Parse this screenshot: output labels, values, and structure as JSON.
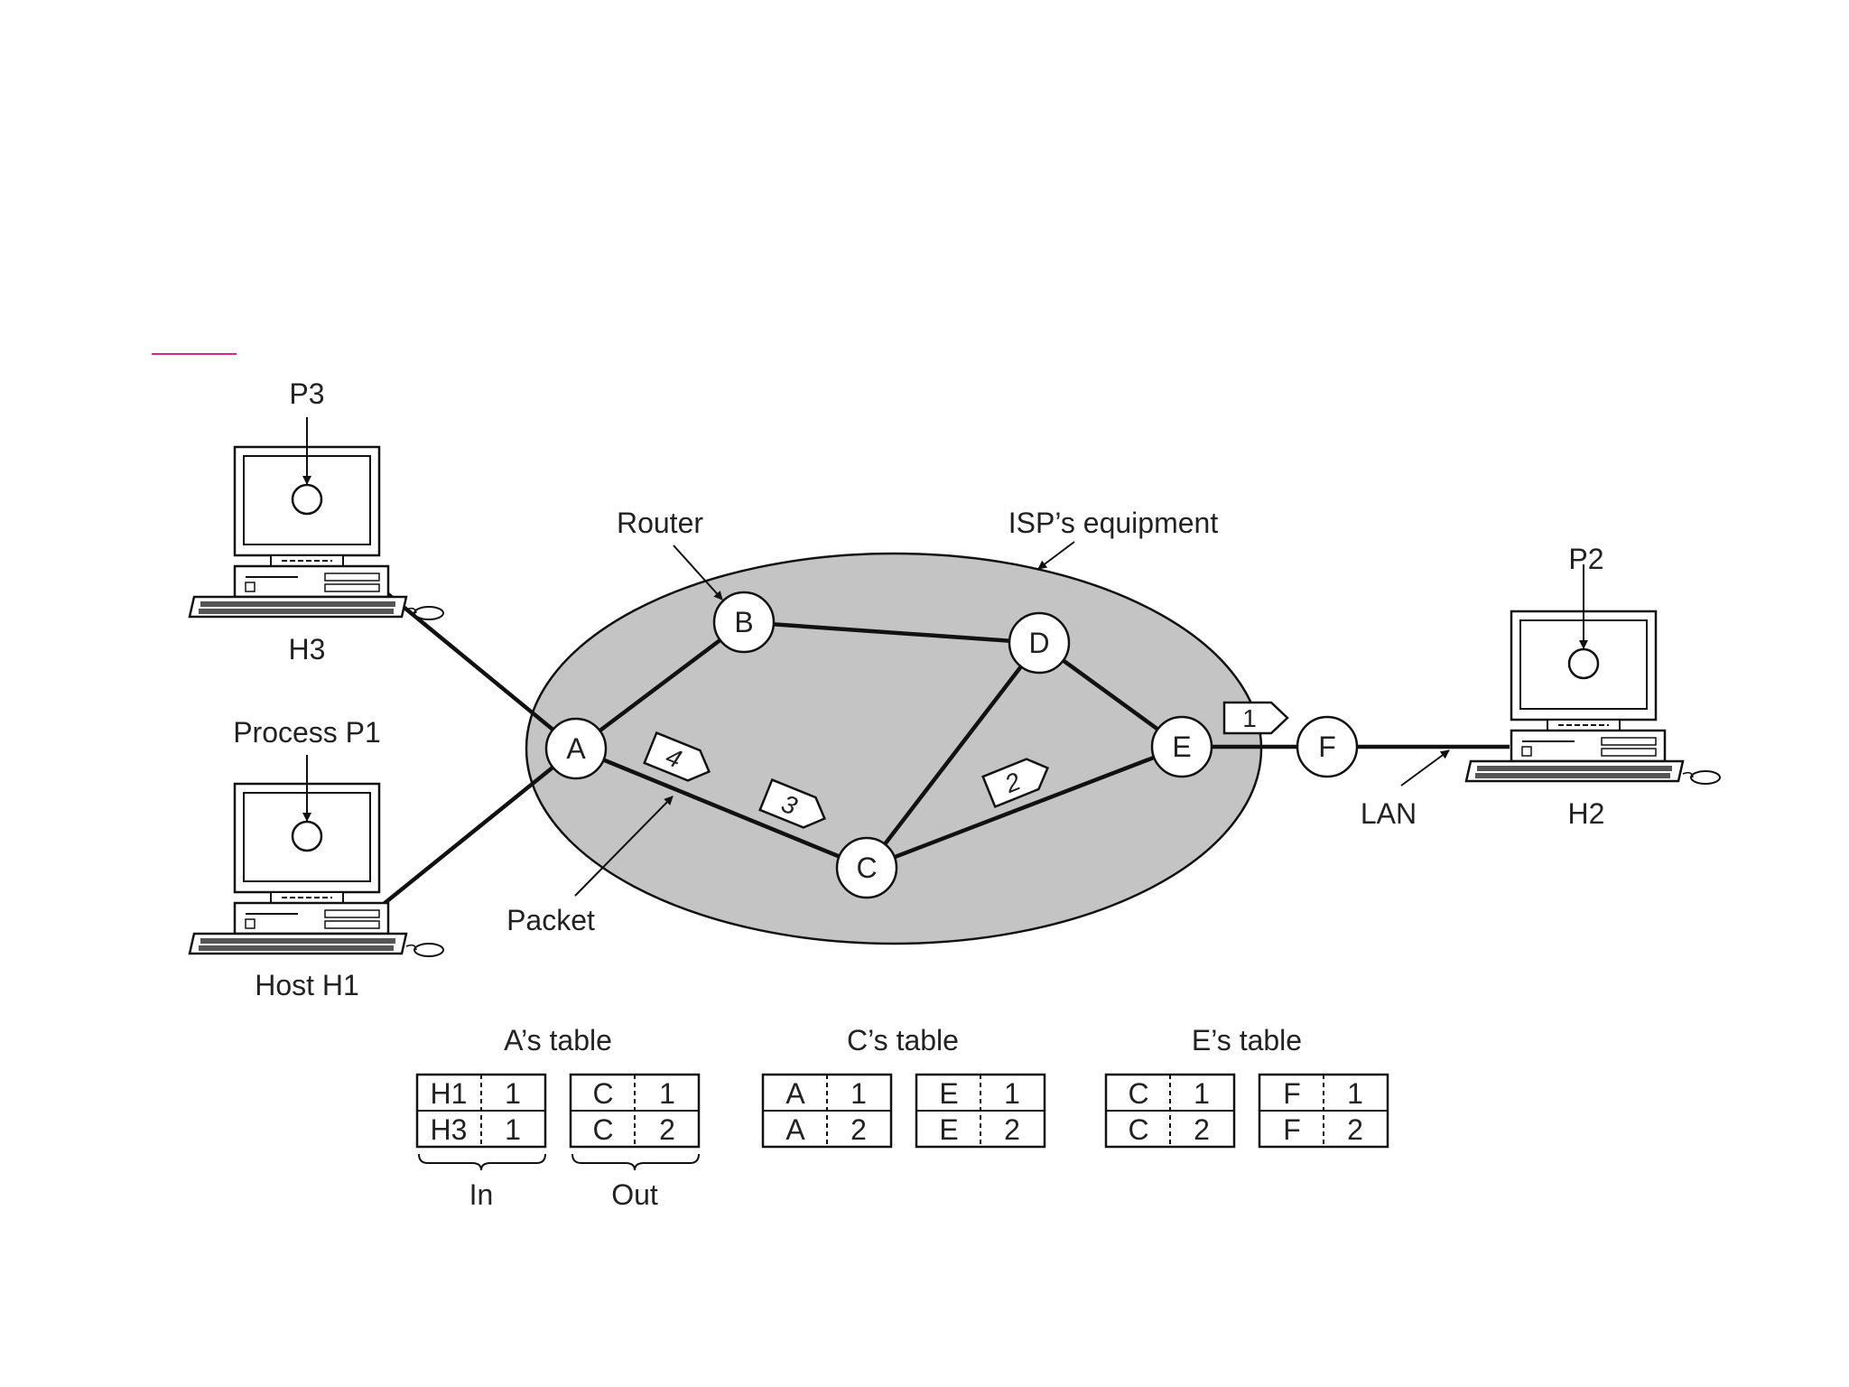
{
  "labels": {
    "p3": "P3",
    "h3": "H3",
    "process_p1": "Process P1",
    "host_h1": "Host H1",
    "router": "Router",
    "isp_equipment": "ISP’s equipment",
    "p2": "P2",
    "h2": "H2",
    "lan": "LAN",
    "packet": "Packet"
  },
  "nodes": {
    "a": "A",
    "b": "B",
    "c": "C",
    "d": "D",
    "e": "E",
    "f": "F"
  },
  "packets": {
    "p1": "1",
    "p2": "2",
    "p3": "3",
    "p4": "4"
  },
  "tables": {
    "a": {
      "title": "A’s table",
      "in_label": "In",
      "out_label": "Out",
      "in_rows": [
        [
          "H1",
          "1"
        ],
        [
          "H3",
          "1"
        ]
      ],
      "out_rows": [
        [
          "C",
          "1"
        ],
        [
          "C",
          "2"
        ]
      ]
    },
    "c": {
      "title": "C’s table",
      "in_rows": [
        [
          "A",
          "1"
        ],
        [
          "A",
          "2"
        ]
      ],
      "out_rows": [
        [
          "E",
          "1"
        ],
        [
          "E",
          "2"
        ]
      ]
    },
    "e": {
      "title": "E’s table",
      "in_rows": [
        [
          "C",
          "1"
        ],
        [
          "C",
          "2"
        ]
      ],
      "out_rows": [
        [
          "F",
          "1"
        ],
        [
          "F",
          "2"
        ]
      ]
    }
  },
  "colors": {
    "isp_cloud": "#c4c4c4",
    "outline": "#111111",
    "accent_mark": "#e0218a"
  }
}
